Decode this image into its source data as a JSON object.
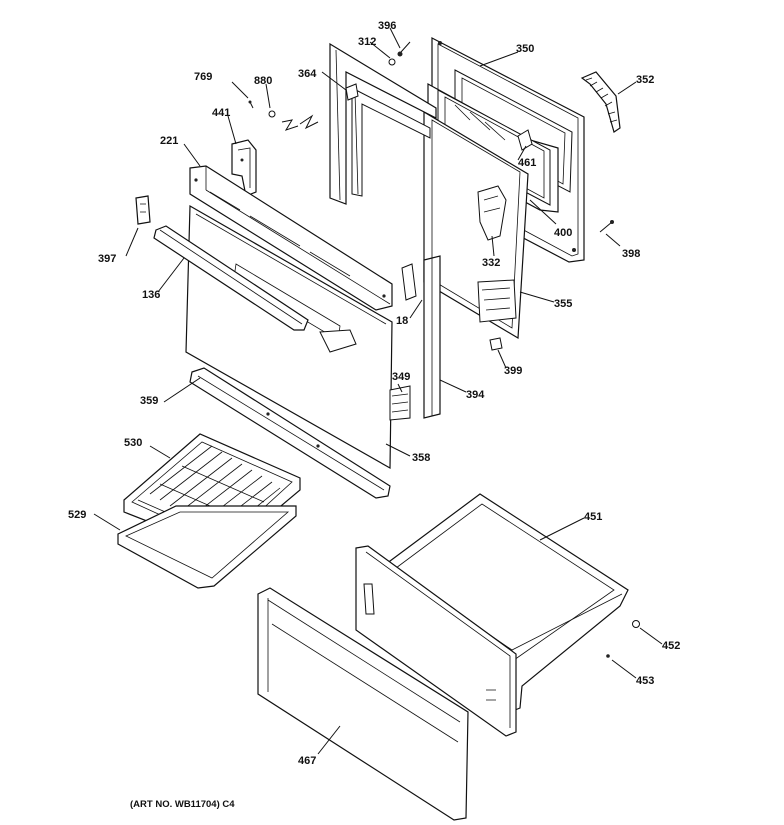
{
  "labels": {
    "l396": "396",
    "l312": "312",
    "l350": "350",
    "l352": "352",
    "l364": "364",
    "l769": "769",
    "l880": "880",
    "l441": "441",
    "l221": "221",
    "l461": "461",
    "l400": "400",
    "l398": "398",
    "l397": "397",
    "l332": "332",
    "l136": "136",
    "l355": "355",
    "l18": "18",
    "l399": "399",
    "l349": "349",
    "l394": "394",
    "l359": "359",
    "l358": "358",
    "l530": "530",
    "l451": "451",
    "l529": "529",
    "l452": "452",
    "l453": "453",
    "l467": "467"
  },
  "caption": "(ART NO. WB11704) C4"
}
